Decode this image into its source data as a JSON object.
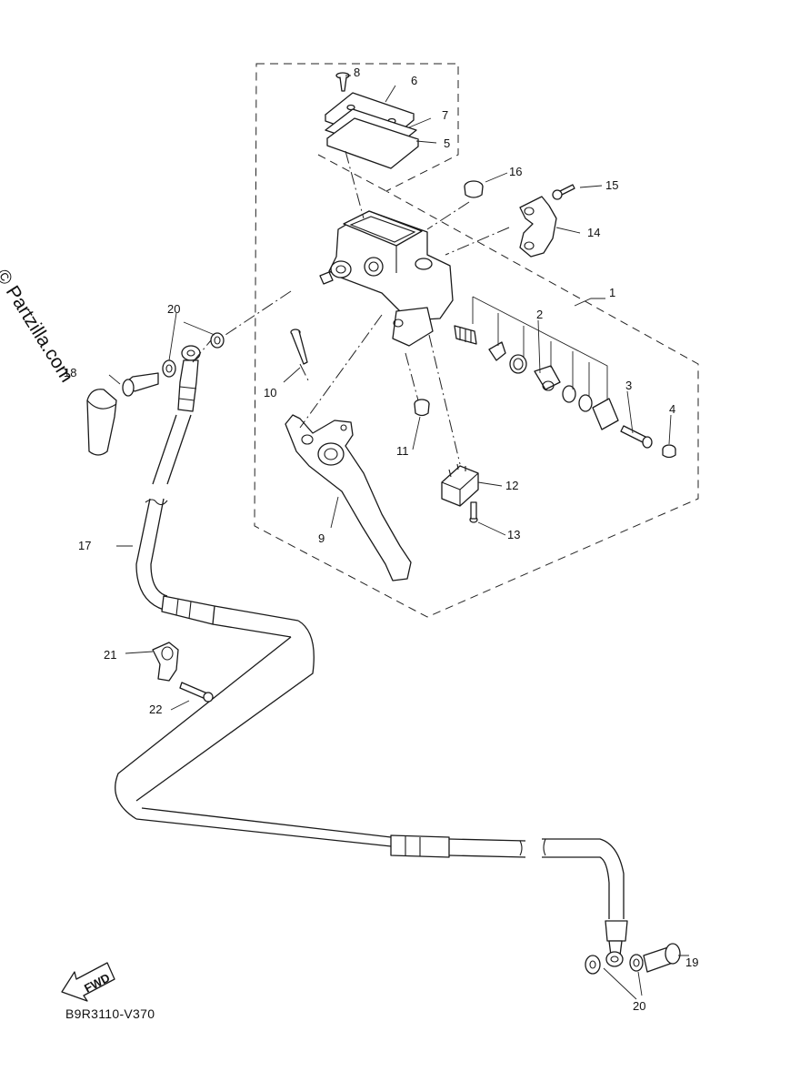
{
  "watermark": "© Partzilla.com",
  "diagram_code": "B9R3110-V370",
  "fwd_label": "FWD",
  "callouts": {
    "c1": "1",
    "c2": "2",
    "c3": "3",
    "c4": "4",
    "c5": "5",
    "c6": "6",
    "c7": "7",
    "c8": "8",
    "c9": "9",
    "c10": "10",
    "c11": "11",
    "c12": "12",
    "c13": "13",
    "c14": "14",
    "c15": "15",
    "c16": "16",
    "c17": "17",
    "c18": "18",
    "c19": "19",
    "c20a": "20",
    "c20b": "20",
    "c21": "21",
    "c22": "22"
  }
}
